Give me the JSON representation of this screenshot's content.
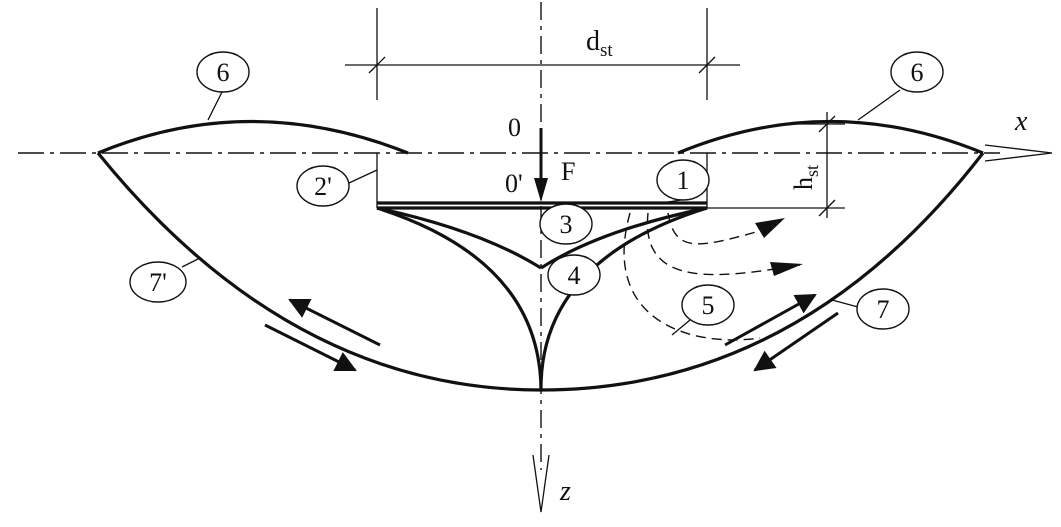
{
  "labels": {
    "d_main": "d",
    "d_sub": "st",
    "h_main": "h",
    "h_sub": "st",
    "x_axis": "x",
    "z_axis": "z",
    "origin": "0",
    "origin_prime": "0'",
    "force": "F"
  },
  "callouts": {
    "c1": "1",
    "c2p": "2'",
    "c3": "3",
    "c4": "4",
    "c5": "5",
    "c6_left": "6",
    "c6_right": "6",
    "c7": "7",
    "c7p": "7'"
  },
  "colors": {
    "stroke": "#111111",
    "background": "#ffffff"
  }
}
